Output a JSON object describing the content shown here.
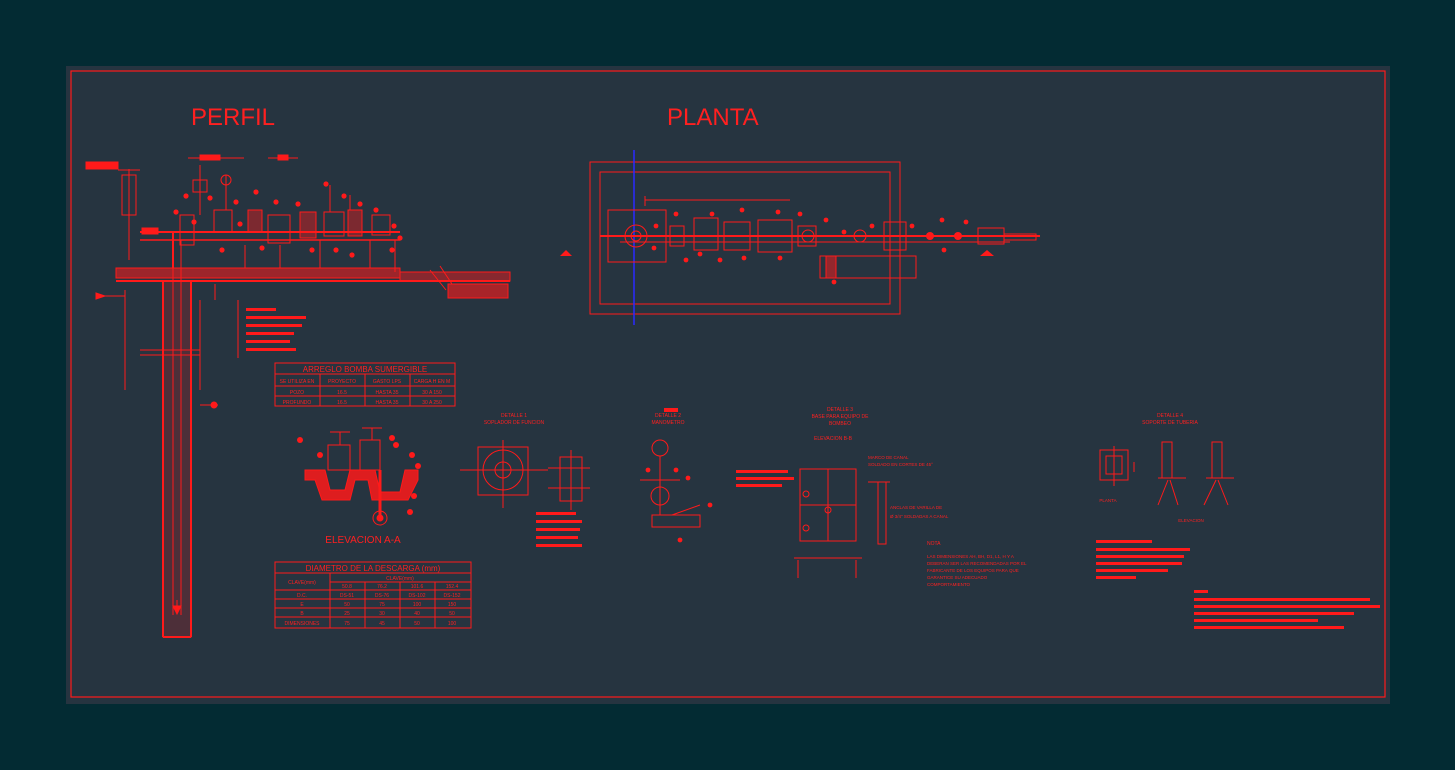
{
  "colors": {
    "background": "#032b33",
    "sheet": "#263440",
    "lines": "#ff1a1a",
    "axis": "#2a2aff"
  },
  "titles": {
    "perfil": "PERFIL",
    "planta": "PLANTA"
  },
  "table_arreglo": {
    "title": "ARREGLO BOMBA SUMERGIBLE",
    "headers": [
      "SE UTILIZA EN",
      "PROYECTO",
      "GASTO LPS",
      "CARGA H EN M"
    ],
    "rows": [
      [
        "POZO",
        "16.5",
        "HASTA 35",
        "30 A 150"
      ],
      [
        "PROFUNDO",
        "16.5",
        "HASTA 35",
        "30 A 250"
      ]
    ]
  },
  "elevacion_aa": "ELEVACION A-A",
  "table_diametro": {
    "title": "DIAMETRO DE LA DESCARGA (mm)",
    "sub_header": "CLAVE(mm)",
    "corner": "CLAVE(mm)",
    "headers": [
      "50.8",
      "76.2",
      "101.6",
      "152.4"
    ],
    "rows": [
      [
        "D.C.",
        "DS-51",
        "DS-76",
        "DS-102",
        "DS-152"
      ],
      [
        "E",
        "50",
        "75",
        "100",
        "150"
      ],
      [
        "B",
        "25",
        "30",
        "40",
        "50"
      ],
      [
        "DIMENSIONES",
        "75",
        "45",
        "50",
        "100"
      ]
    ]
  },
  "detalles": {
    "d1": [
      "DETALLE 1",
      "SOPLADOR DE FUNCION"
    ],
    "d2": [
      "DETALLE 2",
      "MANOMETRO"
    ],
    "d3": [
      "DETALLE 3",
      "BASE PARA EQUIPO DE",
      "BOMBEO"
    ],
    "d3_sub": "ELEVACION B-B",
    "d4": [
      "DETALLE 4",
      "SOPORTE DE TUBERIA"
    ],
    "d3_note1": [
      "MARCO DE CANAL",
      "SOLDADO EN CORTES DE 45°"
    ],
    "d3_note2": [
      "ANCLAS DE VARILLA DE",
      "Ø 3/4\" SOLDADAS A CANAL"
    ],
    "d4_planta": "PLANTA",
    "d4_elevacion": "ELEVACION"
  },
  "nota": {
    "title": "NOTA",
    "lines": [
      "LAS DIMENSIONES AH, BH, D1, L1, H Y A",
      "DEBERAN SER LAS RECOMENDADAS POR EL",
      "FABRICANTE DE LOS EQUIPOS PARA QUE",
      "GARANTICE SU ADECUADO",
      "COMPORTAMIENTO"
    ]
  }
}
